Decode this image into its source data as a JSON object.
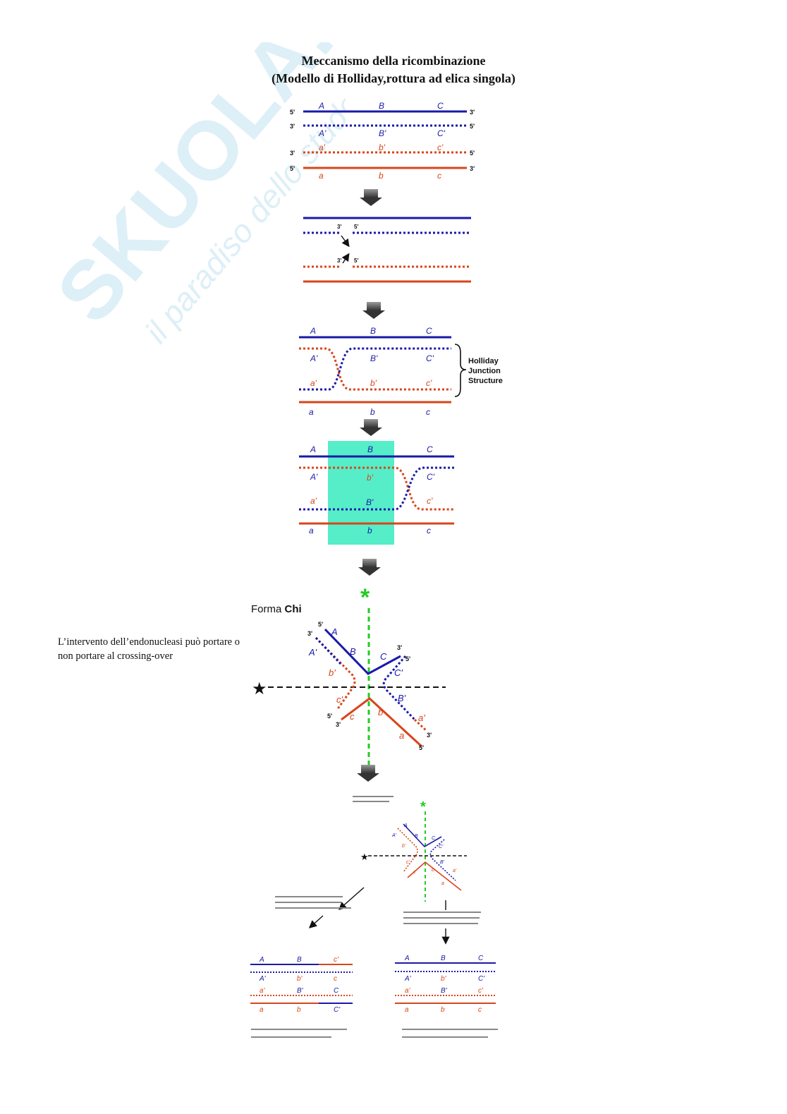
{
  "title": {
    "line1": "Meccanismo della ricombinazione",
    "line2": "(Modello di Holliday,rottura ad elica singola)"
  },
  "watermark": {
    "brand": "SKUOLA.net",
    "tagline": "il paradiso dello studente"
  },
  "ends": {
    "five": "5'",
    "three": "3'"
  },
  "loci": {
    "upper": [
      "A",
      "B",
      "C"
    ],
    "upper_complement": [
      "A'",
      "B'",
      "C'"
    ],
    "lower_complement": [
      "a'",
      "b'",
      "c'"
    ],
    "lower": [
      "a",
      "b",
      "c"
    ]
  },
  "junction_label": {
    "line1": "Holliday",
    "line2": "Junction",
    "line3": "Structure"
  },
  "side_text": "L’intervento dell’endonucleasi può portare o non portare al crossing-over",
  "chi_form": {
    "prefix": "Forma ",
    "bold": "Chi"
  },
  "colors": {
    "blue": "#1a1aa8",
    "red": "#d9441a",
    "green": "#22cc22",
    "highlight": "#55eec8",
    "arrow": "#555555"
  },
  "icons": [
    "down-arrow-icon",
    "star-icon",
    "asterisk-icon",
    "arrow-icon"
  ]
}
